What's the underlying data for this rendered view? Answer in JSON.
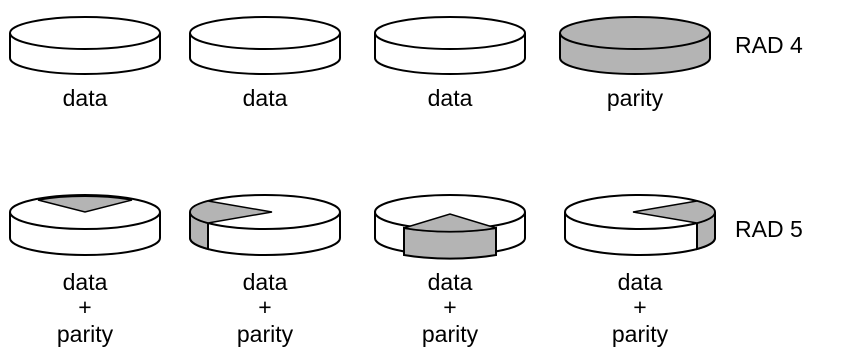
{
  "rows": [
    {
      "label": "RAD 4",
      "disks": [
        {
          "caption": [
            "data"
          ],
          "parity_region": "none"
        },
        {
          "caption": [
            "data"
          ],
          "parity_region": "none"
        },
        {
          "caption": [
            "data"
          ],
          "parity_region": "none"
        },
        {
          "caption": [
            "parity"
          ],
          "parity_region": "full"
        }
      ]
    },
    {
      "label": "RAD 5",
      "disks": [
        {
          "caption": [
            "data",
            "+",
            "parity"
          ],
          "parity_region": "top-back-wedge"
        },
        {
          "caption": [
            "data",
            "+",
            "parity"
          ],
          "parity_region": "left-wedge"
        },
        {
          "caption": [
            "data",
            "+",
            "parity"
          ],
          "parity_region": "front-wedge"
        },
        {
          "caption": [
            "data",
            "+",
            "parity"
          ],
          "parity_region": "right-wedge"
        }
      ]
    }
  ],
  "colors": {
    "parity_fill": "#b4b4b4",
    "disk_fill": "#ffffff",
    "outline": "#000000"
  }
}
